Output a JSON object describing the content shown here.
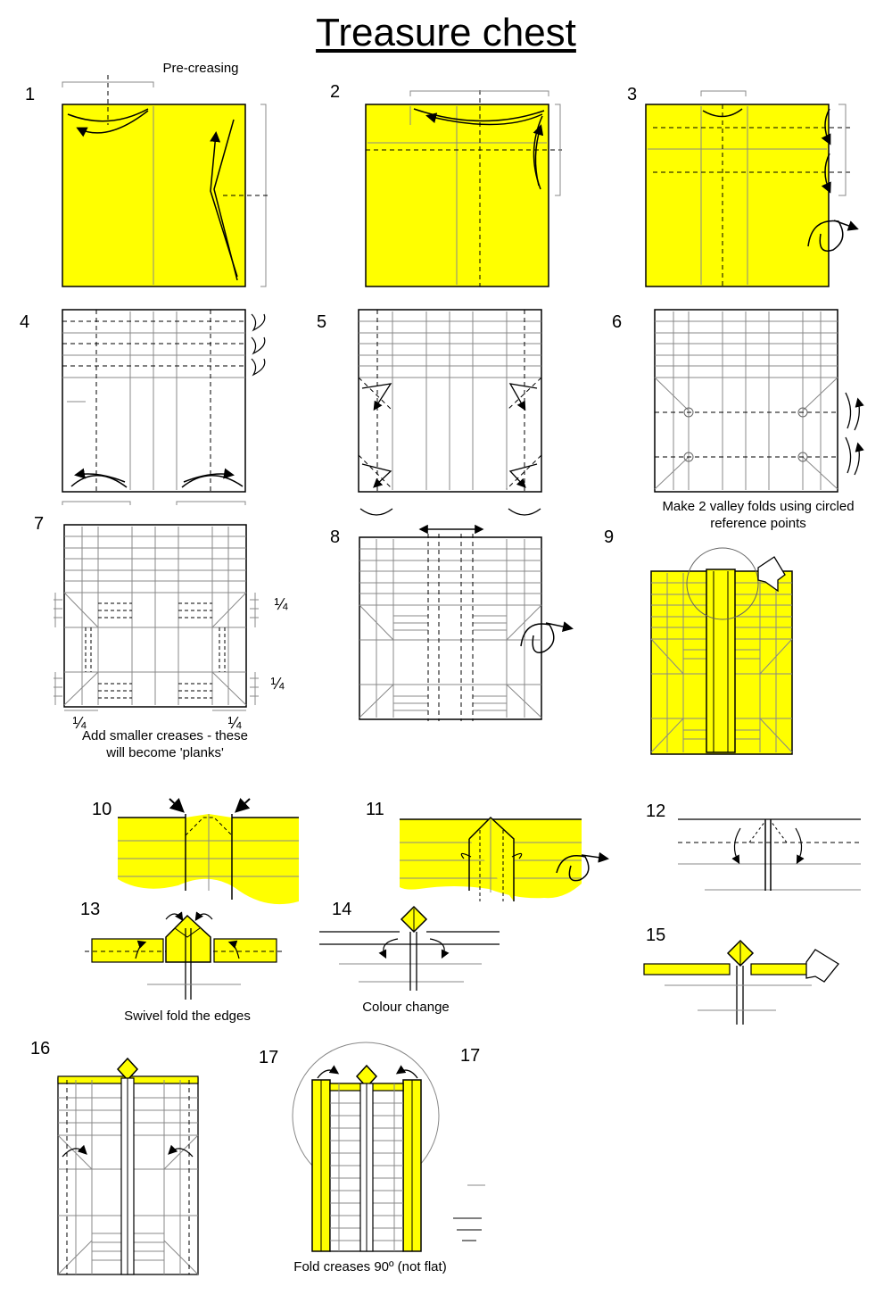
{
  "title": "Treasure chest",
  "colors": {
    "paper_front": "#ffff00",
    "paper_back": "#ffffff",
    "line": "#000000",
    "crease": "#888888"
  },
  "steps": [
    {
      "number": "1",
      "caption": "Pre-creasing"
    },
    {
      "number": "2"
    },
    {
      "number": "3"
    },
    {
      "number": "4"
    },
    {
      "number": "5"
    },
    {
      "number": "6",
      "caption": "Make 2 valley folds using circled reference points"
    },
    {
      "number": "7",
      "caption": "Add smaller creases - these will become 'planks'",
      "fraction_label": "¼"
    },
    {
      "number": "8"
    },
    {
      "number": "9"
    },
    {
      "number": "10"
    },
    {
      "number": "11"
    },
    {
      "number": "12"
    },
    {
      "number": "13",
      "caption": "Swivel fold the edges"
    },
    {
      "number": "14",
      "caption": "Colour change"
    },
    {
      "number": "15"
    },
    {
      "number": "16"
    },
    {
      "number": "17",
      "caption": "Fold creases 90º (not flat)"
    },
    {
      "number": "17"
    }
  ]
}
